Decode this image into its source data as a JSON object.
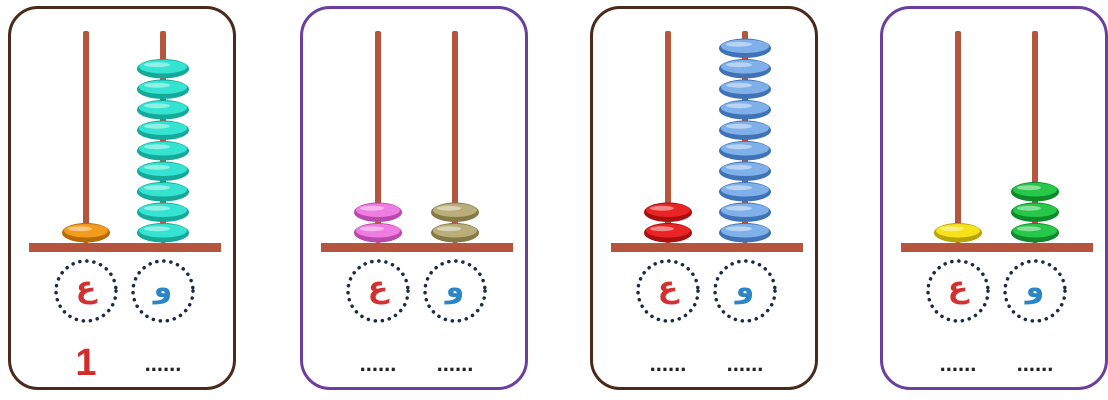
{
  "cards": [
    {
      "border": "#4a2a1a",
      "tens": {
        "label": "ع",
        "beads": 1,
        "color": "#f29b1c",
        "dark": "#b86a05",
        "value": "1",
        "value_color": "#d42b2b"
      },
      "units": {
        "label": "و",
        "beads": 9,
        "color": "#35e3d1",
        "dark": "#14a999",
        "value": "......",
        "value_color": "#222222"
      }
    },
    {
      "border": "#6b3fa0",
      "tens": {
        "label": "ع",
        "beads": 2,
        "color": "#ef7ce0",
        "dark": "#bb48ad",
        "value": "......",
        "value_color": "#222222"
      },
      "units": {
        "label": "و",
        "beads": 2,
        "color": "#b9ad7a",
        "dark": "#857945",
        "value": "......",
        "value_color": "#222222"
      }
    },
    {
      "border": "#4a2a1a",
      "tens": {
        "label": "ع",
        "beads": 2,
        "color": "#ea2424",
        "dark": "#a90f0f",
        "value": "......",
        "value_color": "#222222"
      },
      "units": {
        "label": "و",
        "beads": 10,
        "color": "#7fb0ea",
        "dark": "#3f73b5",
        "value": "......",
        "value_color": "#222222"
      }
    },
    {
      "border": "#6b3fa0",
      "tens": {
        "label": "ع",
        "beads": 1,
        "color": "#f6e11a",
        "dark": "#b9a307",
        "value": "......",
        "value_color": "#222222"
      },
      "units": {
        "label": "و",
        "beads": 3,
        "color": "#27c74a",
        "dark": "#0f8a2a",
        "value": "......",
        "value_color": "#222222"
      }
    }
  ],
  "colors": {
    "rod": "#b5553d",
    "base": "#b5553d",
    "label_text": "#d43030",
    "unit_label_text": "#2a86c8",
    "dotted_circle": "#1a2a4a"
  }
}
